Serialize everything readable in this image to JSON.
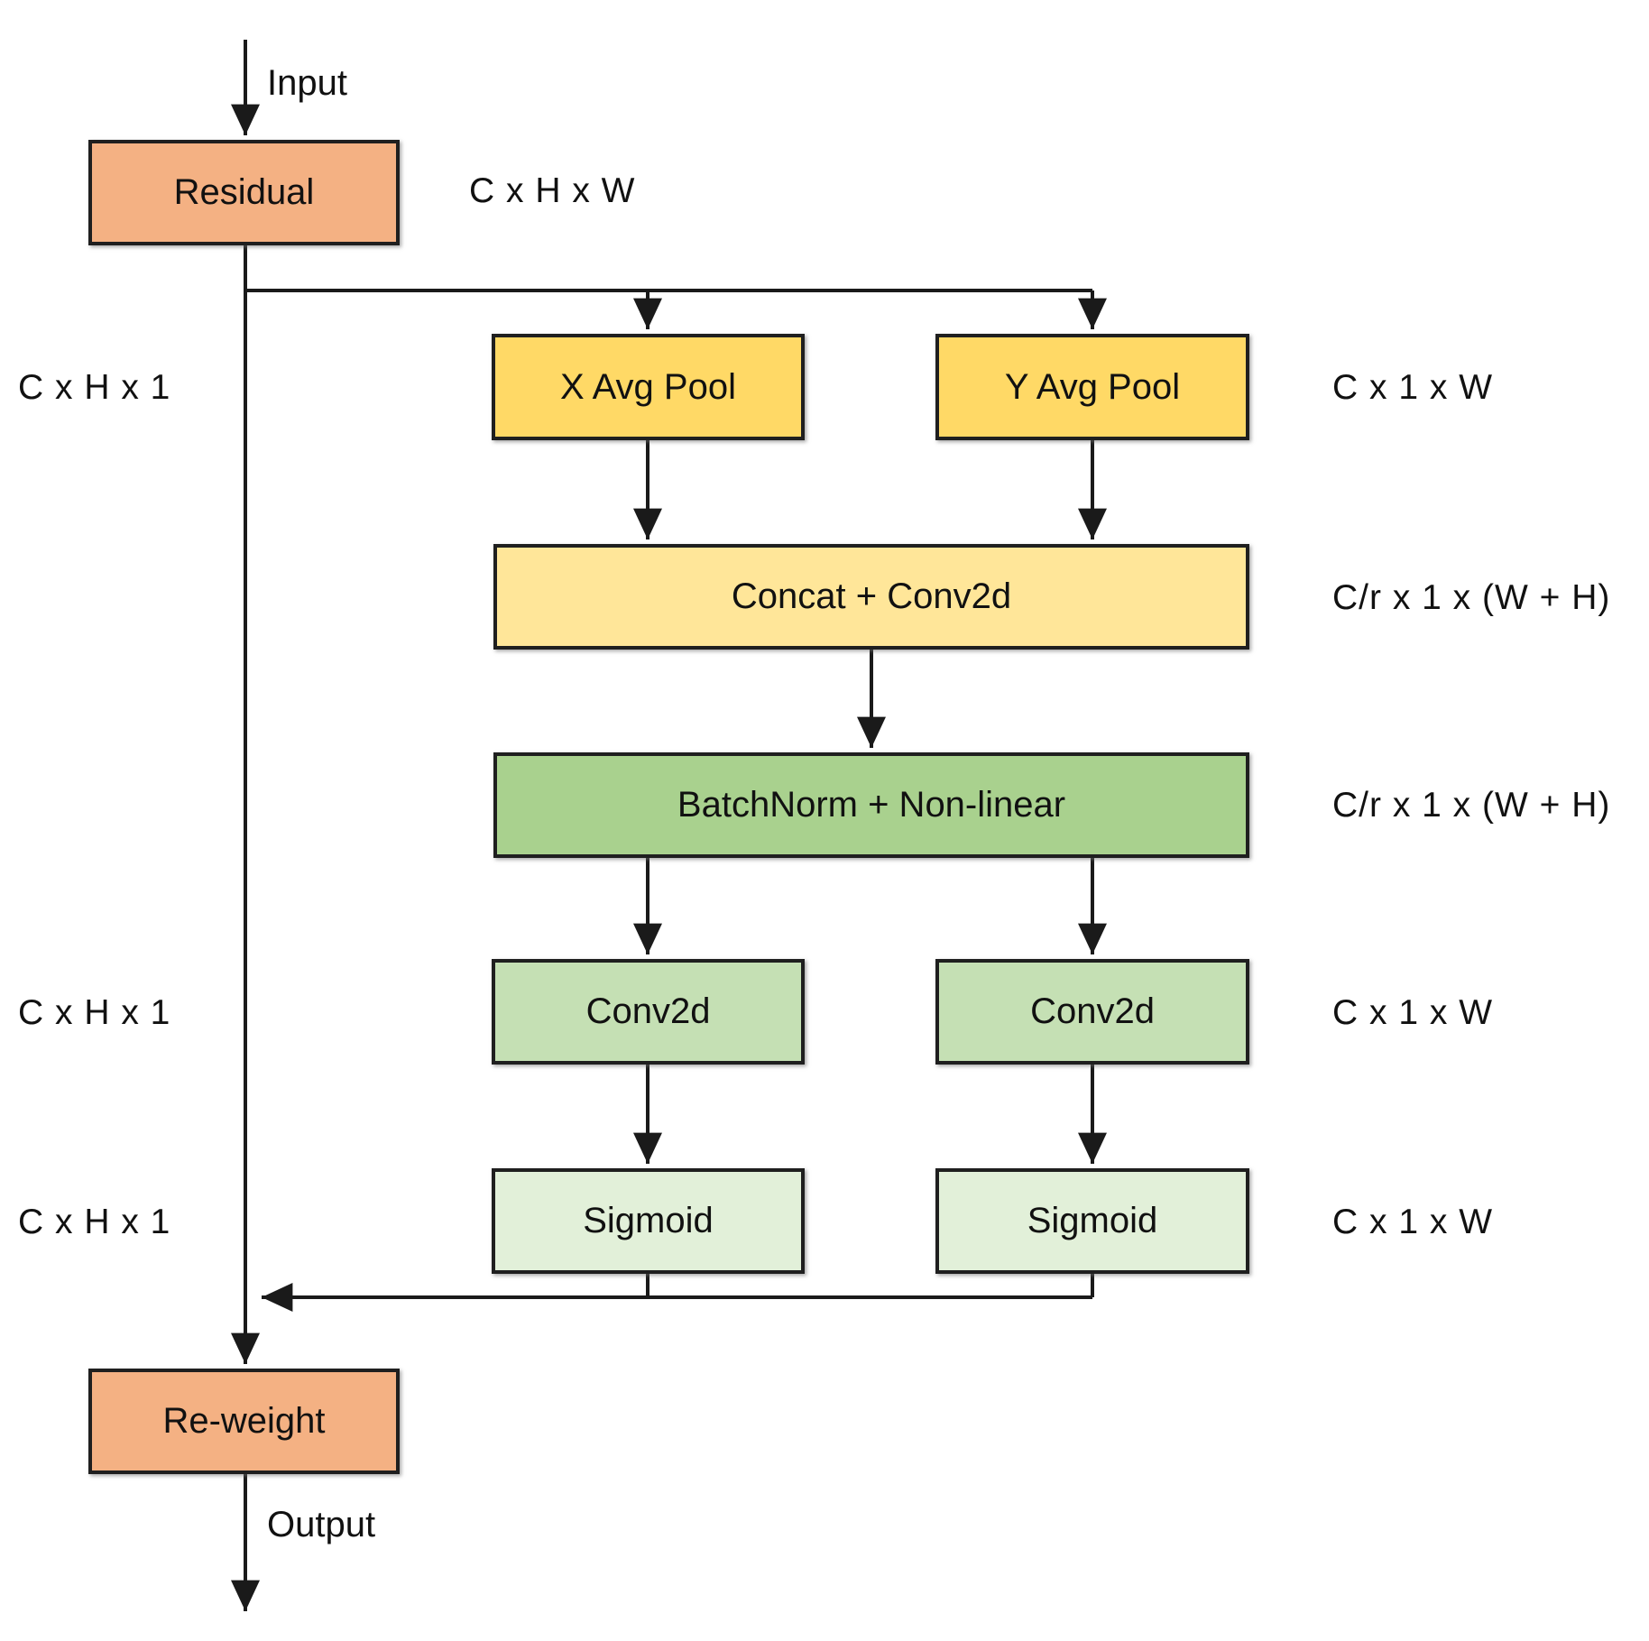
{
  "diagram": {
    "input_label": "Input",
    "output_label": "Output",
    "nodes": [
      {
        "id": "residual",
        "label": "Residual"
      },
      {
        "id": "x-avg-pool",
        "label": "X Avg Pool"
      },
      {
        "id": "y-avg-pool",
        "label": "Y Avg Pool"
      },
      {
        "id": "concat-conv2d",
        "label": "Concat + Conv2d"
      },
      {
        "id": "batchnorm-nonlinear",
        "label": "BatchNorm + Non-linear"
      },
      {
        "id": "conv2d-left",
        "label": "Conv2d"
      },
      {
        "id": "conv2d-right",
        "label": "Conv2d"
      },
      {
        "id": "sigmoid-left",
        "label": "Sigmoid"
      },
      {
        "id": "sigmoid-right",
        "label": "Sigmoid"
      },
      {
        "id": "re-weight",
        "label": "Re-weight"
      }
    ],
    "dim_labels": {
      "residual_right": "C x H x W",
      "pool_left": "C x H x 1",
      "pool_right": "C x 1 x W",
      "concat_right": "C/r x 1 x (W + H)",
      "batchnorm_right": "C/r x 1 x (W + H)",
      "conv_left": "C x H x 1",
      "conv_right": "C x 1 x W",
      "sigmoid_left": "C x H x 1",
      "sigmoid_right": "C x 1 x W"
    },
    "colors": {
      "residual_fill": "#F4B183",
      "reweight_fill": "#F4B183",
      "pool_fill": "#FFD966",
      "concat_fill": "#FFE699",
      "batchnorm_fill": "#A9D18E",
      "conv_fill": "#C5E0B4",
      "sigmoid_fill": "#E2F0D9",
      "line": "#1A1A1A"
    }
  }
}
